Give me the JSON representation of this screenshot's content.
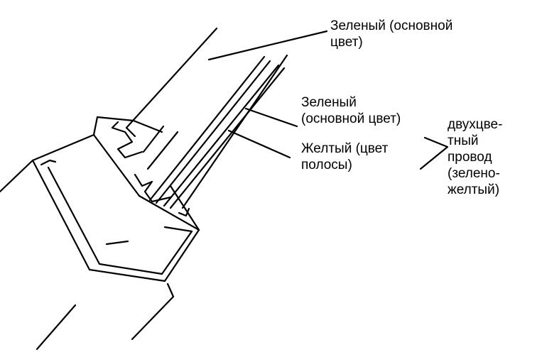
{
  "labels": {
    "outer_green": "Зеленый (основной\nцвет)",
    "inner_green": "Зеленый\n(основной цвет)",
    "yellow_stripe": "Желтый (цвет\nполосы)",
    "dual_wire": "двухцве-\nтный\nпровод\n(зелено-\nжелтый)"
  },
  "colors": {
    "ink": "#000000",
    "background": "#ffffff"
  }
}
